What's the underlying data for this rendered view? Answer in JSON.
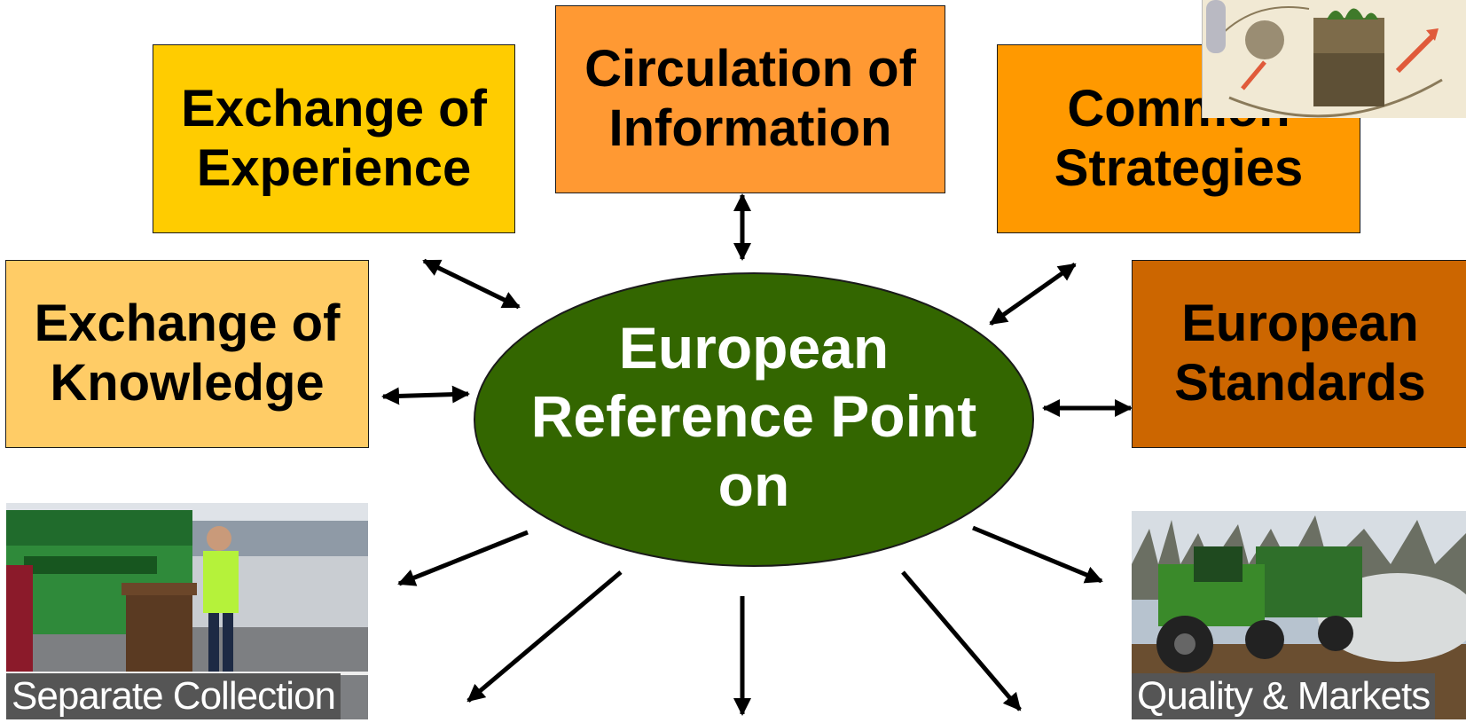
{
  "diagram": {
    "center": {
      "line1": "European",
      "line2": "Reference Point",
      "line3": "on",
      "fill": "#336600"
    },
    "boxes": {
      "exchange_experience": {
        "line1": "Exchange of",
        "line2": "Experience",
        "fill": "#ffcc00"
      },
      "circulation_information": {
        "line1": "Circulation of",
        "line2": "Information",
        "fill": "#ff9933"
      },
      "common_strategies": {
        "line1": "Common",
        "line2": "Strategies",
        "fill": "#ff9900"
      },
      "exchange_knowledge": {
        "line1": "Exchange of",
        "line2": "Knowledge",
        "fill": "#ffcc66"
      },
      "european_standards": {
        "line1": "European",
        "line2": "Standards",
        "fill": "#cc6600"
      }
    },
    "photos": {
      "separate_collection": {
        "caption": "Separate Collection",
        "image": "waste-collection-truck-with-bin"
      },
      "quality_markets": {
        "caption": "Quality & Markets",
        "image": "tractor-spreading-compost"
      },
      "top_right": {
        "image": "compost-cycle-illustration"
      }
    }
  }
}
